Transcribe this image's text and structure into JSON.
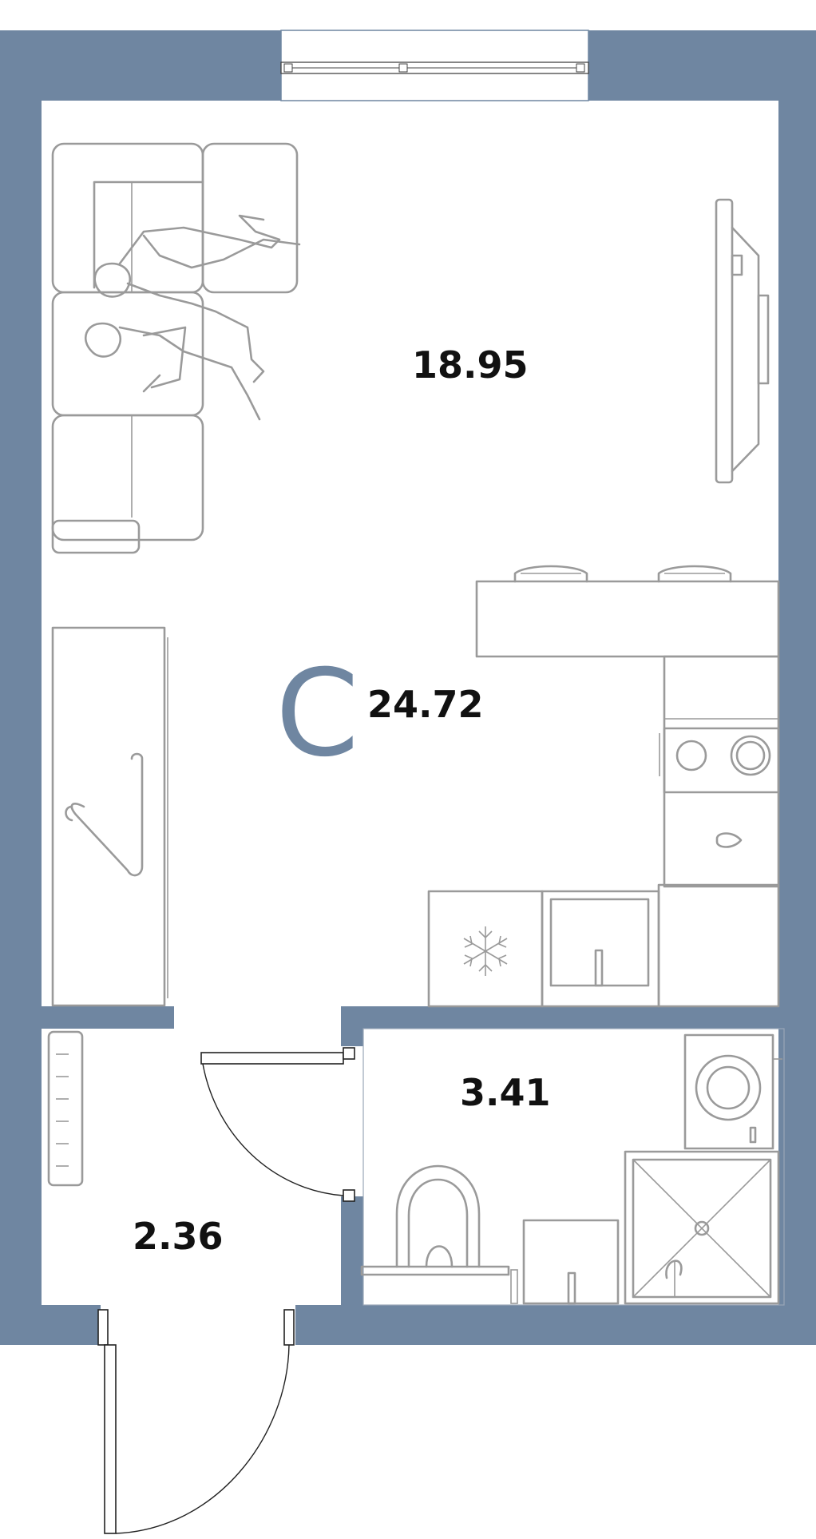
{
  "plan": {
    "apartment_type": "С",
    "total_area": "24.72",
    "rooms": [
      {
        "id": "living",
        "area": "18.95"
      },
      {
        "id": "bathroom",
        "area": "3.41"
      },
      {
        "id": "hallway",
        "area": "2.36"
      }
    ]
  },
  "colors": {
    "walls": "#6f86a1",
    "furniture": "#9a9a9a",
    "text": "#111111"
  },
  "icons": [
    "sofa-icon",
    "people-icon",
    "tv-icon",
    "wardrobe-icon",
    "hanger-icon",
    "kitchen-counter-icon",
    "stool-icon",
    "stove-icon",
    "oven-icon",
    "fridge-icon",
    "snowflake-icon",
    "sink-icon",
    "washing-machine-icon",
    "shower-icon",
    "toilet-icon",
    "radiator-icon",
    "window-icon",
    "door-icon"
  ]
}
